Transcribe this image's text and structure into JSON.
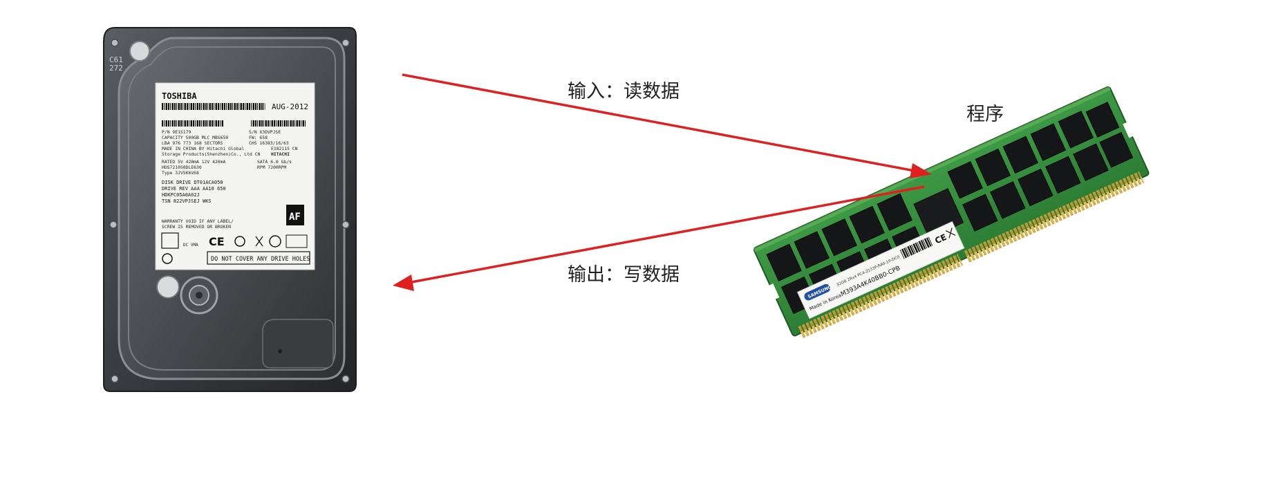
{
  "diagram": {
    "input_label": "输入：读数据",
    "output_label": "输出：写数据",
    "program_label": "程序",
    "arrow_color": "#e02020"
  },
  "hdd": {
    "corner_codes": [
      "C61",
      "272"
    ],
    "brand": "TOSHIBA",
    "date": "AUG-2012",
    "lines_left": [
      "P/N 9E1S179",
      "CAPACITY 500GB MLC MBS650",
      "LBA 976 773 168 SECTORS",
      "MADE IN CHINA BY Hitachi Global",
      "Storage Products(Shenzhen)Co., Ltd CN",
      "RATED 5V 420mA 12V 420mA",
      "HDS721050DLE630",
      "Type 3JV5K6V68"
    ],
    "lines_right": [
      "S/N X3DVPJSE",
      "FW: 658",
      "CHS 16383/16/63",
      "E182115 CN",
      "HITACHI",
      "SATA 6.0 Gb/s",
      "RPM 7200RPM"
    ],
    "drive_lines": [
      "DISK DRIVE   DT01ACA050",
      "DRIVE REV    AAA AA10 650",
      "HDKPC05A0A02J",
      "TSN       822VPJSEJ  WKS"
    ],
    "af_badge": "AF",
    "warranty_1": "WARRANTY VOID IF ANY LABEL/",
    "warranty_2": "SCREW IS REMOVED OR BROKEN",
    "ce_mark": "CE",
    "dc_note": "DC VMA",
    "bottom_note": "DO NOT COVER ANY DRIVE HOLES"
  },
  "ram": {
    "brand": "SAMSUNG",
    "origin": "Made in Korea",
    "part_number": "M393A4K40BB0-CPB",
    "spec": "32GB 2Rx4 PC4-2133P-RA0-10-DC0",
    "ce_mark": "CE"
  }
}
